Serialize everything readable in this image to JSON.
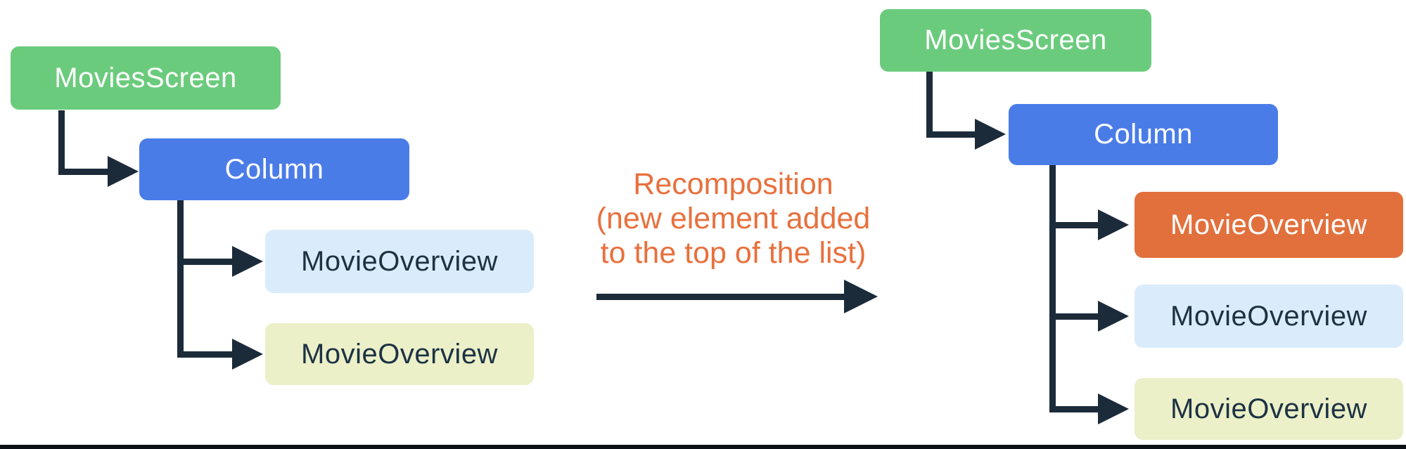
{
  "diagram": {
    "title": "Recomposition tree diagram",
    "colors": {
      "green": "#6BCB7D",
      "blue": "#4A7CE8",
      "orange": "#E2703C",
      "light_blue": "#DAECFB",
      "light_yellow": "#EBF0C8",
      "connector_navy": "#1C2B3A",
      "text_light": "#FFFFFF",
      "text_dark": "#1D3244",
      "annotation_orange": "#E8703D",
      "bottom_rule": "#0D1117"
    },
    "left_tree": {
      "nodes": [
        {
          "id": "movies-screen",
          "label": "MoviesScreen",
          "variant": "green"
        },
        {
          "id": "column",
          "label": "Column",
          "variant": "blue"
        },
        {
          "id": "movie-overview-1",
          "label": "MovieOverview",
          "variant": "light_blue"
        },
        {
          "id": "movie-overview-2",
          "label": "MovieOverview",
          "variant": "light_yellow"
        }
      ]
    },
    "annotation": {
      "lines": [
        "Recomposition",
        "(new element added",
        "to the top of the list)"
      ]
    },
    "right_tree": {
      "nodes": [
        {
          "id": "movies-screen",
          "label": "MoviesScreen",
          "variant": "green"
        },
        {
          "id": "column",
          "label": "Column",
          "variant": "blue"
        },
        {
          "id": "movie-overview-new",
          "label": "MovieOverview",
          "variant": "orange"
        },
        {
          "id": "movie-overview-1",
          "label": "MovieOverview",
          "variant": "light_blue"
        },
        {
          "id": "movie-overview-2",
          "label": "MovieOverview",
          "variant": "light_yellow"
        }
      ]
    }
  }
}
